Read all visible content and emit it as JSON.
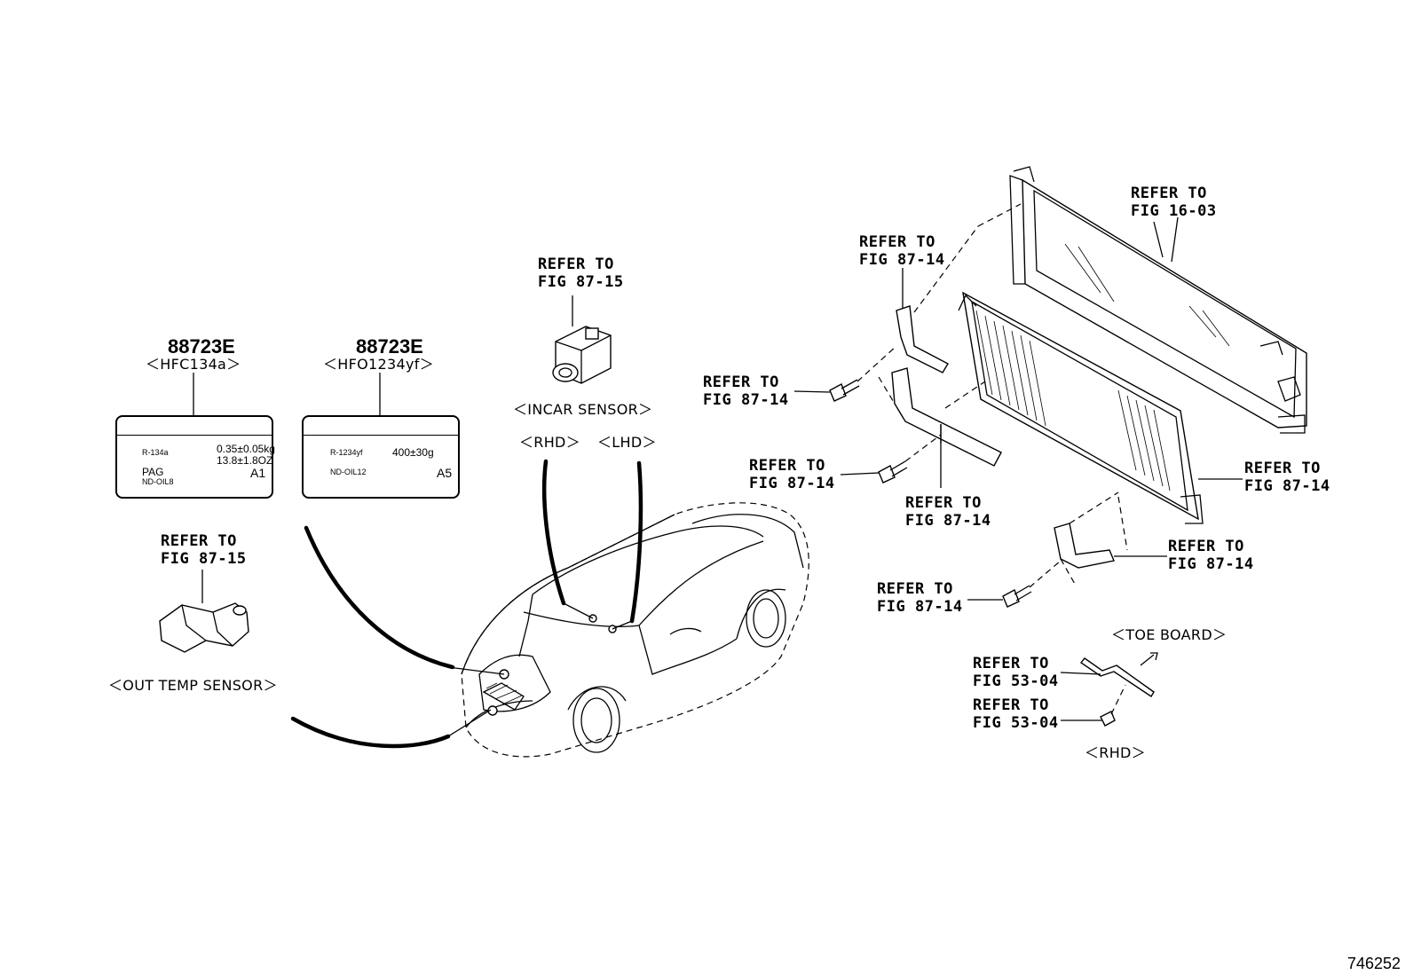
{
  "labels": {
    "part_no_hfc": "88723E",
    "refrigerant_hfc": "＜HFC134a＞",
    "part_no_hfo": "88723E",
    "refrigerant_hfo": "＜HFO1234yf＞",
    "incar_sensor": "＜INCAR SENSOR＞",
    "rhd_incar": "＜RHD＞",
    "lhd_incar": "＜LHD＞",
    "out_temp_sensor": "＜OUT TEMP SENSOR＞",
    "toe_board": "＜TOE BOARD＞",
    "rhd_toe": "＜RHD＞",
    "diagram_number": "746252"
  },
  "refer": {
    "prefix": "REFER TO",
    "incar": "FIG 87-15",
    "out_temp": "FIG 87-15",
    "radiator": "FIG 16-03",
    "bracket_upper": "FIG 87-14",
    "bolt_upper": "FIG 87-14",
    "bolt_middle": "FIG 87-14",
    "bracket_middle": "FIG 87-14",
    "condenser_side": "FIG 87-14",
    "bracket_lower": "FIG 87-14",
    "bolt_lower": "FIG 87-14",
    "toe_board_1": "FIG 53-04",
    "toe_board_2": "FIG 53-04"
  },
  "label_card_hfc": {
    "refrigerant": "R-134a",
    "amount_1": "0.35±0.05kg",
    "amount_2": "13.8±1.8OZ",
    "oil_type": "PAG",
    "oil_name": "ND-OIL8",
    "code": "A1"
  },
  "label_card_hfo": {
    "refrigerant": "R-1234yf",
    "amount_1": "400±30g",
    "oil_name": "ND-OIL12",
    "code": "A5"
  }
}
